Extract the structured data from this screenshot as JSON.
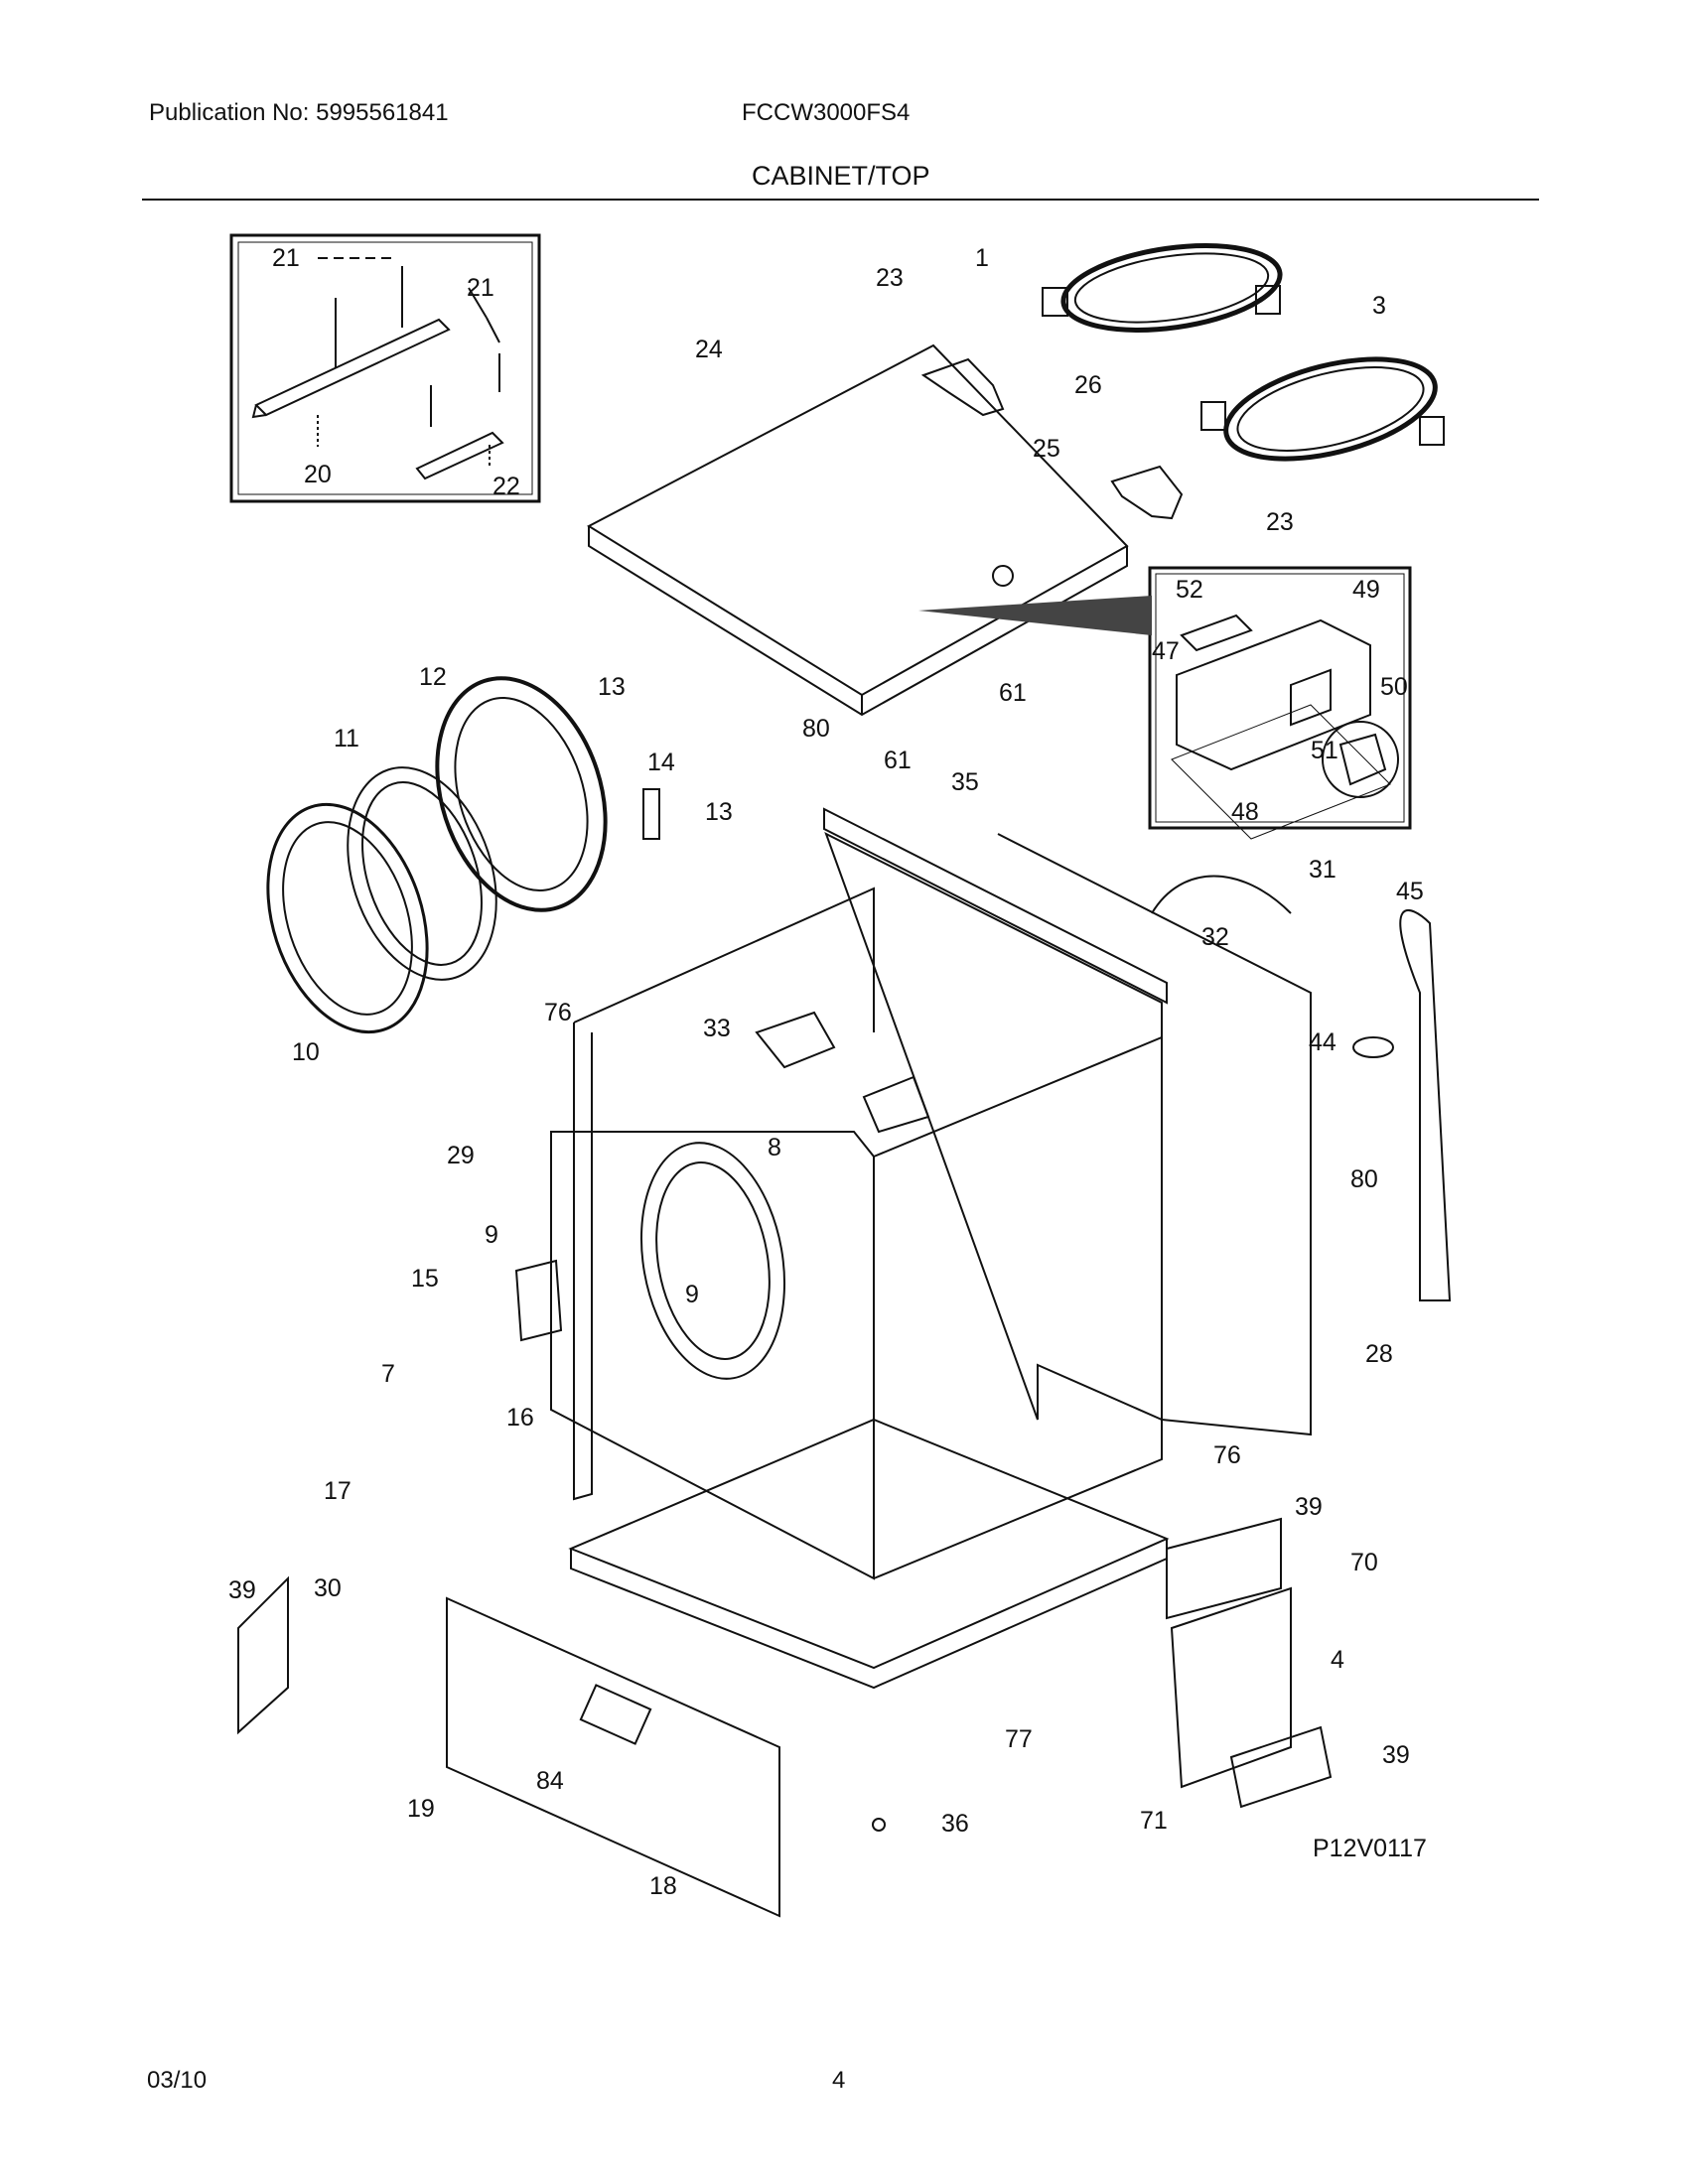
{
  "header": {
    "publication": "Publication No: 5995561841",
    "model": "FCCW3000FS4",
    "section": "CABINET/TOP"
  },
  "diagram": {
    "code": "P12V0117",
    "callouts": [
      "1",
      "3",
      "4",
      "7",
      "8",
      "9",
      "9",
      "10",
      "11",
      "12",
      "13",
      "13",
      "14",
      "15",
      "16",
      "17",
      "18",
      "19",
      "20",
      "21",
      "21",
      "22",
      "23",
      "23",
      "24",
      "25",
      "26",
      "28",
      "29",
      "30",
      "31",
      "32",
      "33",
      "35",
      "36",
      "39",
      "39",
      "39",
      "44",
      "45",
      "47",
      "48",
      "49",
      "50",
      "51",
      "52",
      "61",
      "61",
      "70",
      "71",
      "76",
      "76",
      "77",
      "80",
      "80",
      "84"
    ]
  },
  "footer": {
    "date": "03/10",
    "page": "4"
  }
}
